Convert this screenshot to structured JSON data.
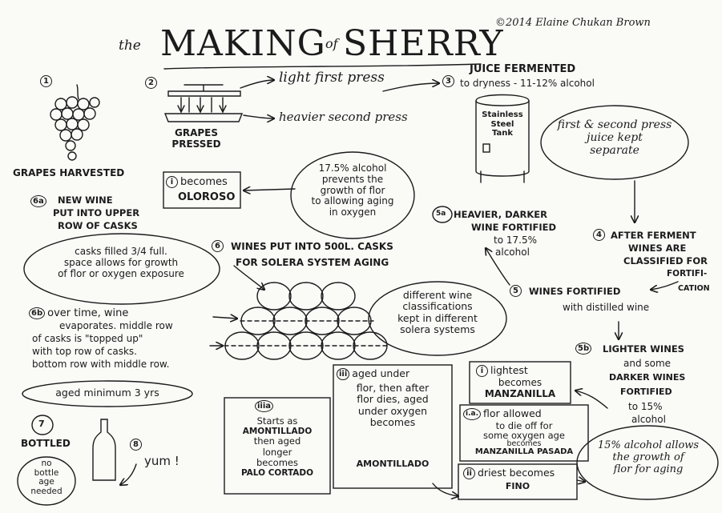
{
  "copyright": "©2014 Elaine Chukan Brown",
  "title": {
    "the": "the",
    "making": "MAKING",
    "of": "of",
    "sherry": "SHERRY"
  },
  "steps": {
    "s1": {
      "num": "1",
      "label": "GRAPES HARVESTED"
    },
    "s2": {
      "num": "2",
      "label_line1": "GRAPES",
      "label_line2": "PRESSED",
      "light": "light first press",
      "heavy": "heavier second press"
    },
    "s3": {
      "num": "3",
      "line1": "JUICE FERMENTED",
      "line2": "to dryness - 11-12% alcohol",
      "tank_line1": "Stainless",
      "tank_line2": "Steel",
      "tank_line3": "Tank"
    },
    "separate": {
      "line1": "first & second press",
      "line2": "juice kept",
      "line3": "separate"
    },
    "s4": {
      "num": "4",
      "line1": "AFTER FERMENT",
      "line2": "WINES ARE",
      "line3": "CLASSIFIED FOR",
      "line4": "FORTIFI-",
      "line5": "CATION"
    },
    "s5": {
      "num": "5",
      "line1": "WINES FORTIFIED",
      "line2": "with distilled wine"
    },
    "s5a": {
      "num": "5a",
      "line1": "HEAVIER, DARKER",
      "line2": "WINE FORTIFIED",
      "line3": "to 17.5%",
      "line4": "alcohol"
    },
    "s5b": {
      "num": "5b",
      "line1": "LIGHTER WINES",
      "line2": "and some",
      "line3": "DARKER WINES",
      "line4": "FORTIFIED",
      "line5": "to 15%",
      "line6": "alcohol"
    },
    "s6": {
      "num": "6",
      "line1": "WINES PUT INTO 500L. CASKS",
      "line2": "FOR SOLERA SYSTEM AGING"
    },
    "s6a": {
      "num": "6a",
      "line1": "NEW WINE",
      "line2": "PUT INTO UPPER",
      "line3": "ROW OF CASKS"
    },
    "s6b": {
      "num": "6b",
      "line1": "over time, wine",
      "line2": "evaporates. middle row",
      "line3": "of casks is \"topped up\"",
      "line4": "with top row of casks.",
      "line5": "bottom row with middle row."
    },
    "casks_note": {
      "line1": "casks filled 3/4 full.",
      "line2": "space allows for growth",
      "line3": "of flor or oxygen exposure"
    },
    "aged_min": "aged minimum 3 yrs",
    "oloroso": {
      "num": "i",
      "line1": "becomes",
      "line2": "OLOROSO"
    },
    "flor_note": {
      "line1": "17.5% alcohol",
      "line2": "prevents the",
      "line3": "growth of flor",
      "line4": "to allowing aging",
      "line5": "in oxygen"
    },
    "solera_note": {
      "line1": "different wine",
      "line2": "classifications",
      "line3": "kept in different",
      "line4": "solera systems"
    },
    "s7": {
      "num": "7",
      "label": "BOTTLED",
      "note_line1": "no",
      "note_line2": "bottle",
      "note_line3": "age",
      "note_line4": "needed"
    },
    "s8": {
      "num": "8",
      "label": "yum !"
    },
    "iiia": {
      "num": "iiia",
      "line1": "Starts as",
      "line2": "AMONTILLADO",
      "line3": "then aged",
      "line4": "longer",
      "line5": "becomes",
      "line6": "PALO CORTADO"
    },
    "iii": {
      "num": "iii",
      "line1": "aged under",
      "line2": "flor, then after",
      "line3": "flor dies, aged",
      "line4": "under oxygen",
      "line5": "becomes",
      "line6": "AMONTILLADO"
    },
    "i_box": {
      "num": "i",
      "line1": "lightest",
      "line2": "becomes",
      "line3": "MANZANILLA"
    },
    "ia_box": {
      "num": "i.a.",
      "line1": "flor allowed",
      "line2": "to die off for",
      "line3": "some oxygen age",
      "line4": "becomes",
      "line5": "MANZANILLA PASADA"
    },
    "ii_box": {
      "num": "ii",
      "line1": "driest becomes",
      "line2": "FINO"
    },
    "flor15": {
      "line1": "15% alcohol allows",
      "line2": "the growth of",
      "line3": "flor for aging"
    }
  },
  "colors": {
    "ink": "#1b1b1b",
    "paper": "#fafaf7",
    "grape": "#ffffff"
  },
  "icons": [
    "grape-cluster-icon",
    "wine-press-icon",
    "steel-tank-icon",
    "cask-stack-icon",
    "bottle-icon"
  ]
}
